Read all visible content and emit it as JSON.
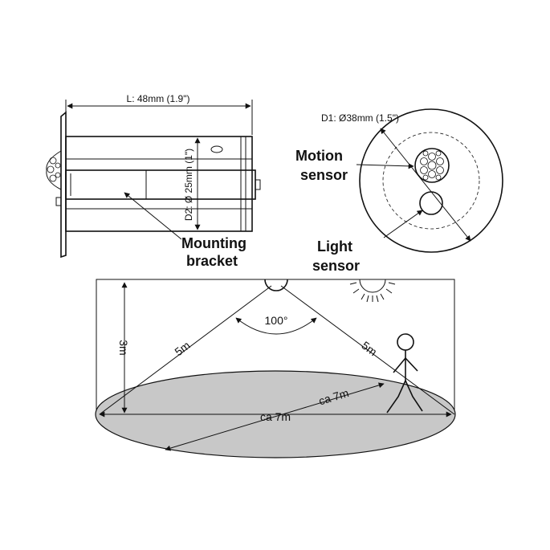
{
  "dimensions": {
    "length": "L: 48mm (1.9\")",
    "bracket_diameter": "D2: Ø 25mm (1\")",
    "front_diameter": "D1: Ø38mm (1.5\")"
  },
  "callouts": {
    "mounting_line1": "Mounting",
    "mounting_line2": "bracket",
    "motion_line1": "Motion",
    "motion_line2": "sensor",
    "light_line1": "Light",
    "light_line2": "sensor"
  },
  "coverage": {
    "angle": "100°",
    "height": "3m",
    "range_left": "5m",
    "range_right": "5m",
    "floor_width": "ca 7m",
    "floor_depth": "ca 7m"
  },
  "colors": {
    "line": "#111111",
    "body_fill": "#ffffff",
    "floor_fill": "#c8c8c8"
  }
}
